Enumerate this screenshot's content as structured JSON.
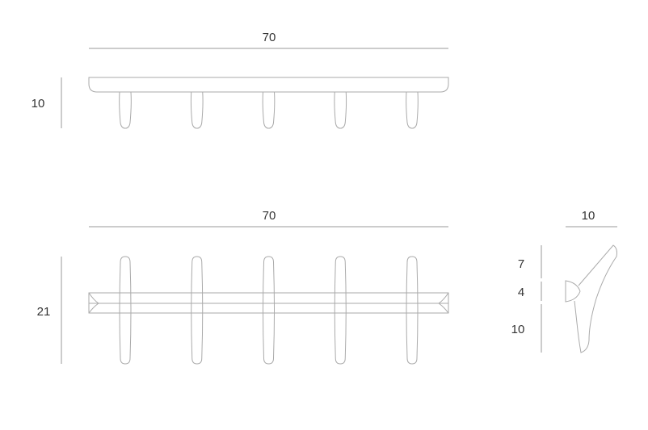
{
  "top_view": {
    "width_label": "70",
    "height_label": "10"
  },
  "front_view": {
    "width_label": "70",
    "height_label": "21"
  },
  "side_view": {
    "width_label": "10",
    "upper_label": "7",
    "middle_label": "4",
    "lower_label": "10"
  },
  "hook_count": 5,
  "line_color": "#aaaaaa"
}
